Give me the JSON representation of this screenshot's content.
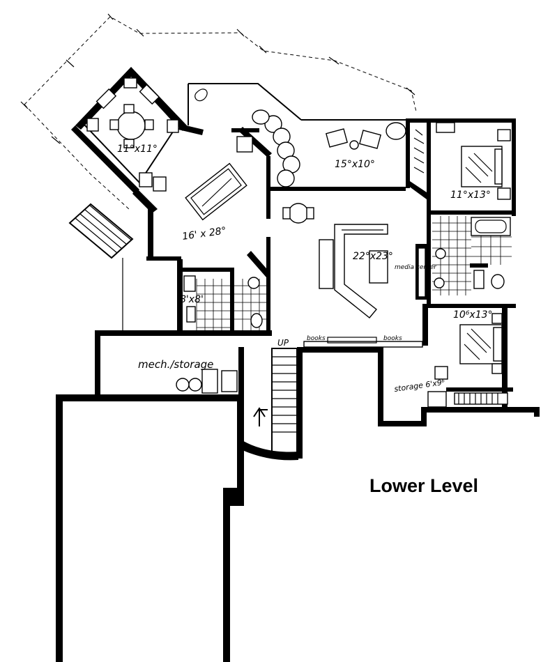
{
  "plan": {
    "title": "Lower Level",
    "rooms": [
      {
        "id": "dining",
        "label": "11°x11°"
      },
      {
        "id": "game",
        "label": "16' x 28°"
      },
      {
        "id": "patio",
        "label": "15°x10°"
      },
      {
        "id": "bedroom1",
        "label": "11°x13°"
      },
      {
        "id": "family",
        "label": "22°x23°"
      },
      {
        "id": "bath",
        "label": "8'x8'"
      },
      {
        "id": "bedroom2",
        "label": "10⁶x13°"
      },
      {
        "id": "mech",
        "label": "mech./storage"
      },
      {
        "id": "storage",
        "label": "storage 6'x9⁶"
      }
    ],
    "annotations": {
      "media_center": "media center",
      "books_left": "books",
      "books_right": "books",
      "stair_up": "UP"
    }
  }
}
